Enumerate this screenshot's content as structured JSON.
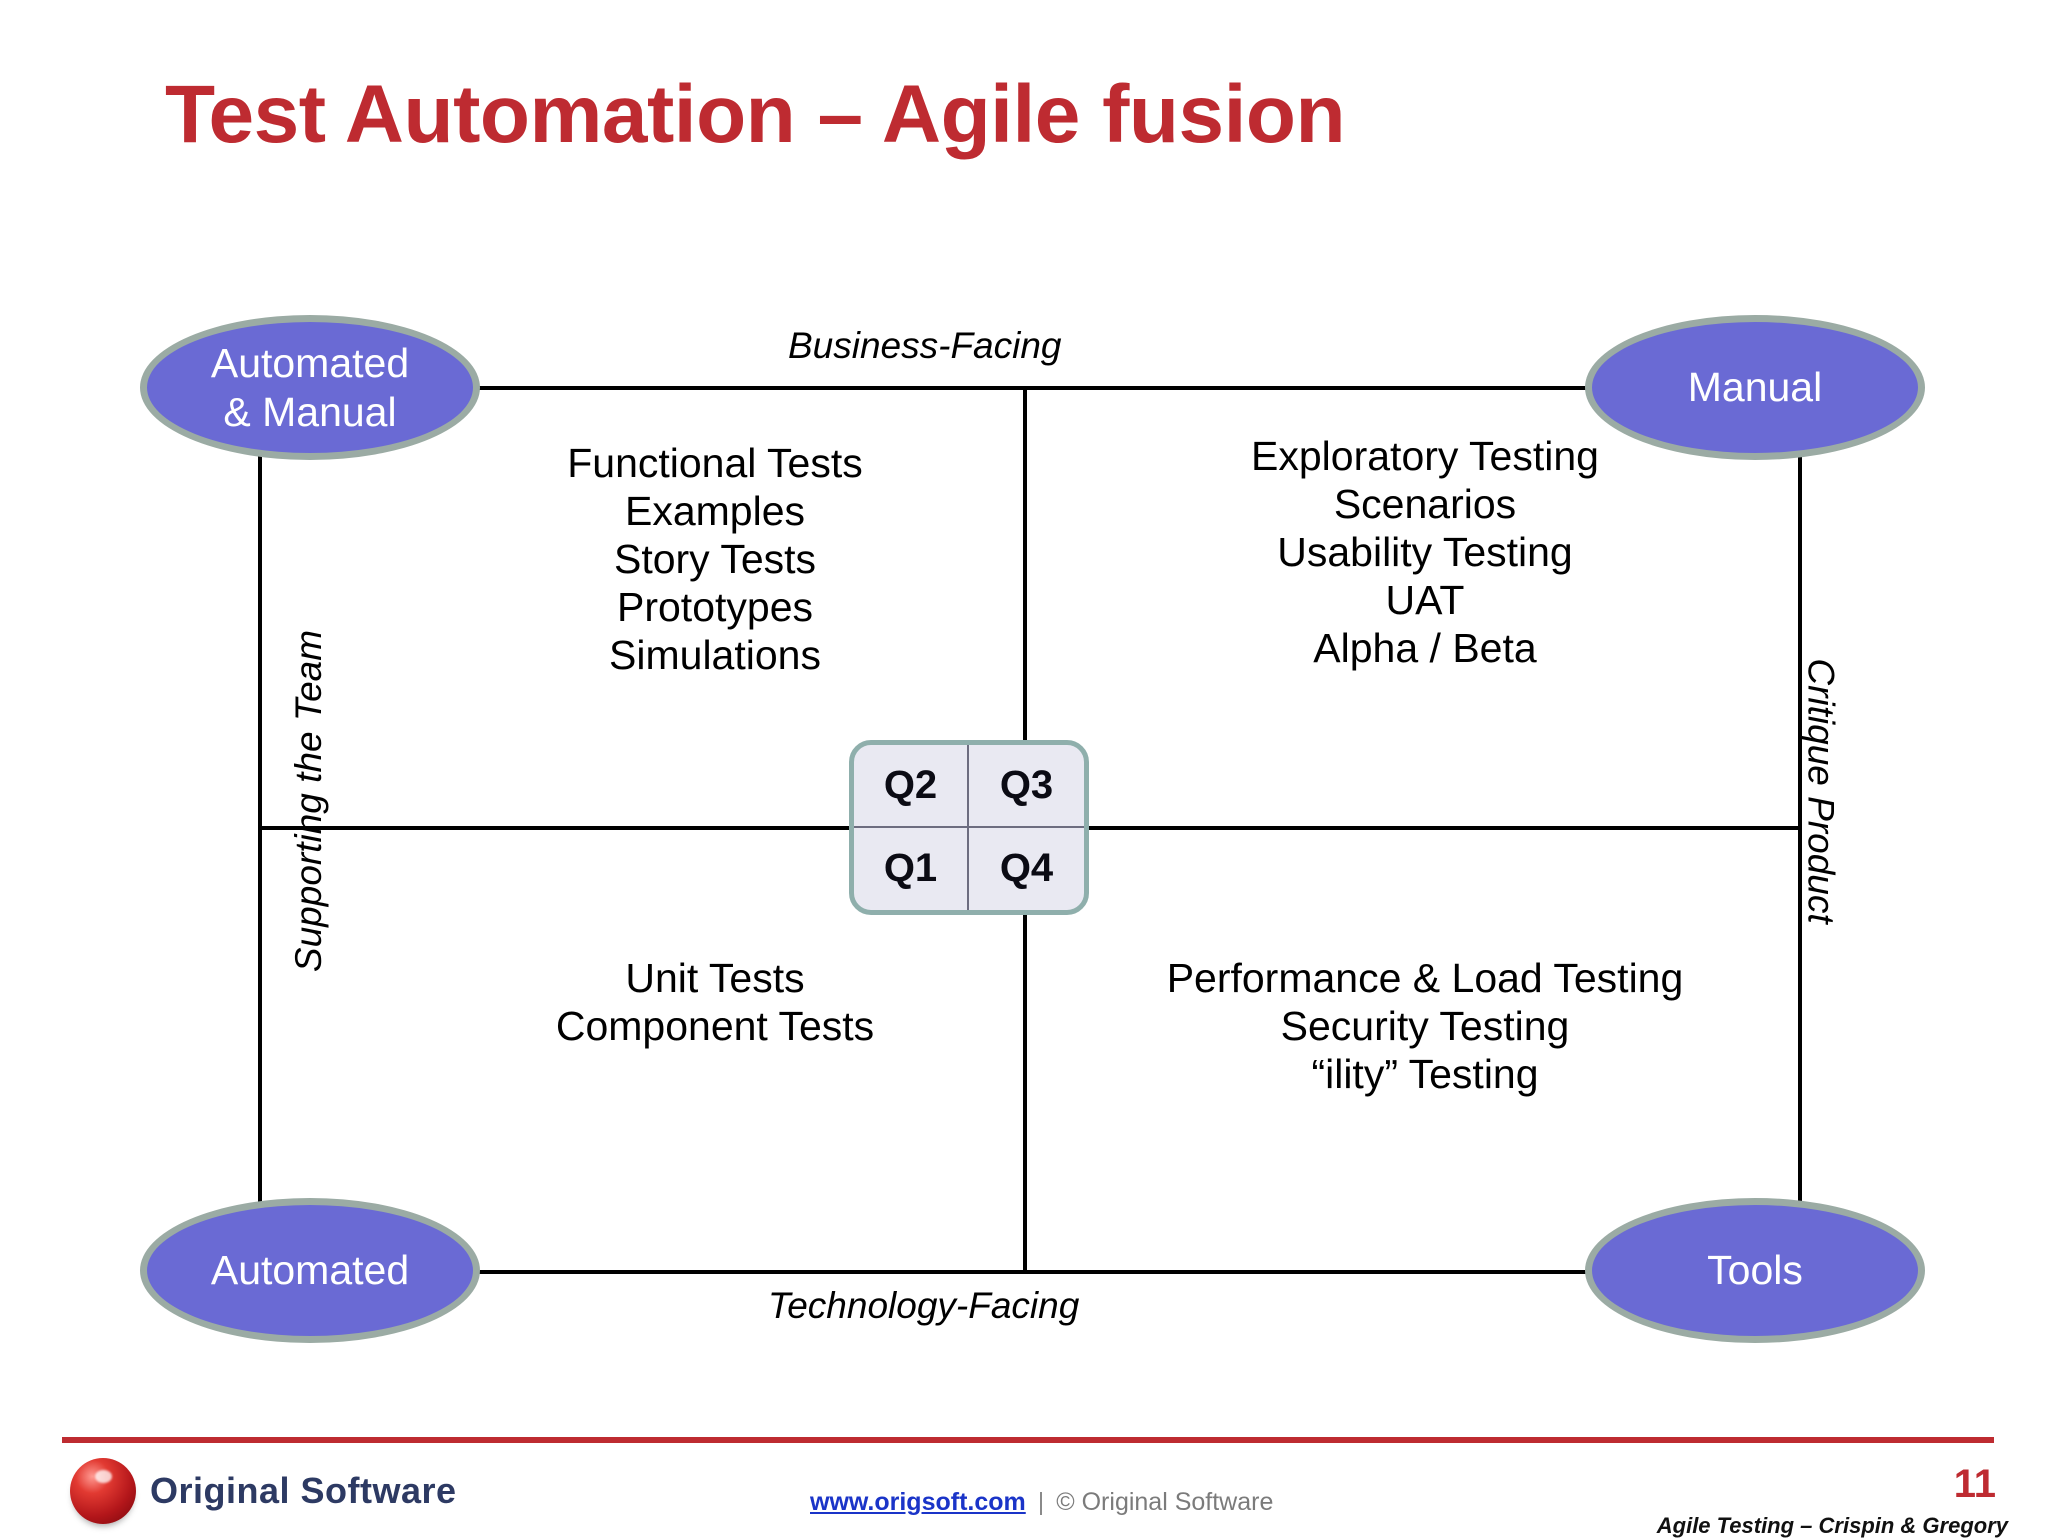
{
  "slide": {
    "title": "Test Automation – Agile fusion",
    "title_color": "#BE2B31"
  },
  "diagram": {
    "type": "agile-testing-quadrants",
    "axes": {
      "top_label": "Business-Facing",
      "bottom_label": "Technology-Facing",
      "left_label": "Supporting the Team",
      "right_label": "Critique Product"
    },
    "corner_bubbles": [
      {
        "id": "top-left",
        "label": "Automated\n& Manual",
        "fill": "#6A6AD4",
        "stroke": "#9BABA4"
      },
      {
        "id": "top-right",
        "label": "Manual",
        "fill": "#6A6AD4",
        "stroke": "#9BABA4"
      },
      {
        "id": "bottom-left",
        "label": "Automated",
        "fill": "#6A6AD4",
        "stroke": "#9BABA4"
      },
      {
        "id": "bottom-right",
        "label": "Tools",
        "fill": "#6A6AD4",
        "stroke": "#9BABA4"
      }
    ],
    "quadrants": [
      {
        "id": "Q2",
        "position": "top-left",
        "items": "Functional Tests\nExamples\nStory Tests\nPrototypes\nSimulations"
      },
      {
        "id": "Q3",
        "position": "top-right",
        "items": "Exploratory Testing\nScenarios\nUsability Testing\nUAT\nAlpha / Beta"
      },
      {
        "id": "Q1",
        "position": "bottom-left",
        "items": "Unit Tests\nComponent Tests"
      },
      {
        "id": "Q4",
        "position": "bottom-right",
        "items": "Performance & Load Testing\nSecurity Testing\n“ility” Testing"
      }
    ],
    "legend_box": {
      "top_left": "Q2",
      "top_right": "Q3",
      "bottom_left": "Q1",
      "bottom_right": "Q4",
      "fill": "#E9E9F2",
      "stroke": "#8FAFAC"
    }
  },
  "footer": {
    "logo_text": "Original Software",
    "url": "www.origsoft.com",
    "separator": "|",
    "copyright": "© Original Software",
    "page_number": "11",
    "book_reference": "Agile Testing – Crispin & Gregory",
    "rule_color": "#BE2B31"
  }
}
